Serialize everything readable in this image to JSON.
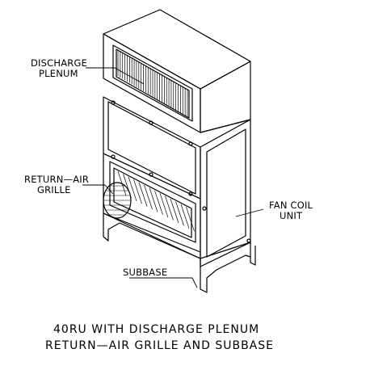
{
  "labels": {
    "discharge_plenum": [
      "DISCHARGE",
      "PLENUM"
    ],
    "return_air_grille": [
      "RETURN—AIR",
      "GRILLE"
    ],
    "fan_coil_unit": [
      "FAN COIL",
      "UNIT"
    ],
    "subbase": "SUBBASE"
  },
  "caption": {
    "line1": "40RU WITH DISCHARGE PLENUM",
    "line2": "RETURN—AIR GRILLE AND SUBBASE"
  },
  "colors": {
    "ink": "#000000",
    "background": "#ffffff"
  }
}
